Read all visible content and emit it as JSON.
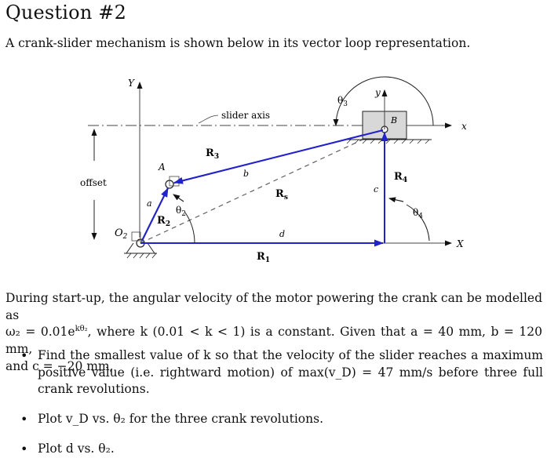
{
  "title": "Question #2",
  "intro": "A crank-slider mechanism is shown below in its vector loop representation.",
  "diagram": {
    "labels": {
      "Y_axis": "Y",
      "X_axis": "X",
      "y_axis": "y",
      "x_axis": "x",
      "slider_axis": "slider axis",
      "offset": "offset",
      "O2": "O",
      "O2_sub": "2",
      "A": "A",
      "B": "B",
      "R1": "R",
      "R1_sub": "1",
      "R2": "R",
      "R2_sub": "2",
      "R3": "R",
      "R3_sub": "3",
      "R4": "R",
      "R4_sub": "4",
      "Rs": "R",
      "Rs_sub": "s",
      "theta2": "θ",
      "theta2_sub": "2",
      "theta3": "θ",
      "theta3_sub": "3",
      "theta4": "θ",
      "theta4_sub": "4",
      "a": "a",
      "b": "b",
      "c": "c",
      "d": "d"
    }
  },
  "text": {
    "para_line1_a": "During start-up, the angular velocity of the motor powering the crank can be modelled as",
    "omega_eq": "ω₂ = 0.01e",
    "omega_exp": "kθ₂",
    "para_line2": ", where k (0.01 < k < 1) is a constant. Given that a = 40 mm, b = 120 mm,",
    "para_line3": "and c = −20 mm,"
  },
  "bullets": [
    "Find the smallest value of k so that the velocity of the slider reaches a maximum positive value (i.e. rightward motion) of max(v_D) = 47 mm/s before three full crank revolutions.",
    "Plot v_D vs. θ₂ for the three crank revolutions.",
    "Plot d vs. θ₂."
  ]
}
